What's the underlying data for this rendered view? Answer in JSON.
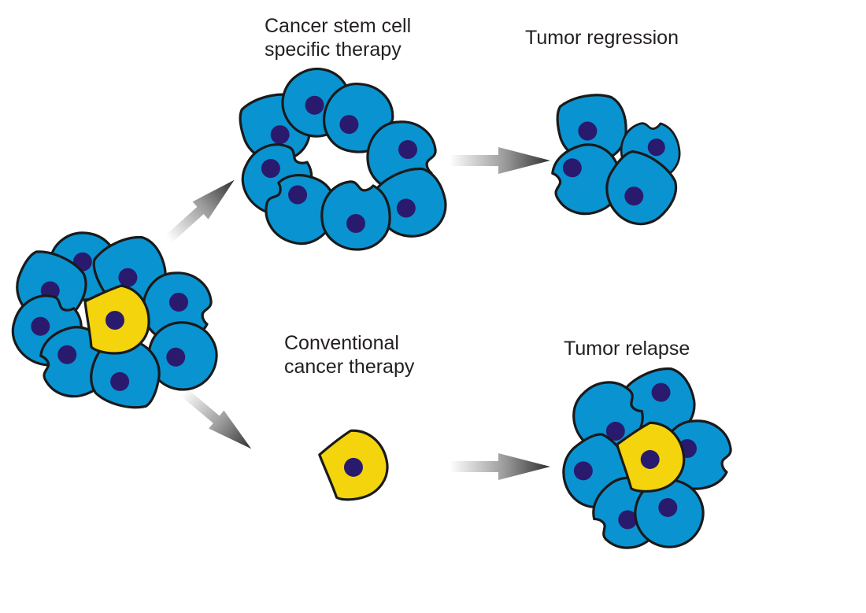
{
  "labels": {
    "stem_therapy": [
      "Cancer stem cell",
      "specific therapy"
    ],
    "regression": "Tumor regression",
    "conventional": [
      "Conventional",
      "cancer therapy"
    ],
    "relapse": "Tumor relapse"
  },
  "colors": {
    "cancer_cell": "#0a93d1",
    "stem_cell": "#f4d40c",
    "nucleus": "#2a1a6e",
    "outline": "#1a1a1a",
    "arrow_dark": "#333333",
    "arrow_light": "#ffffff",
    "text": "#231f20"
  }
}
